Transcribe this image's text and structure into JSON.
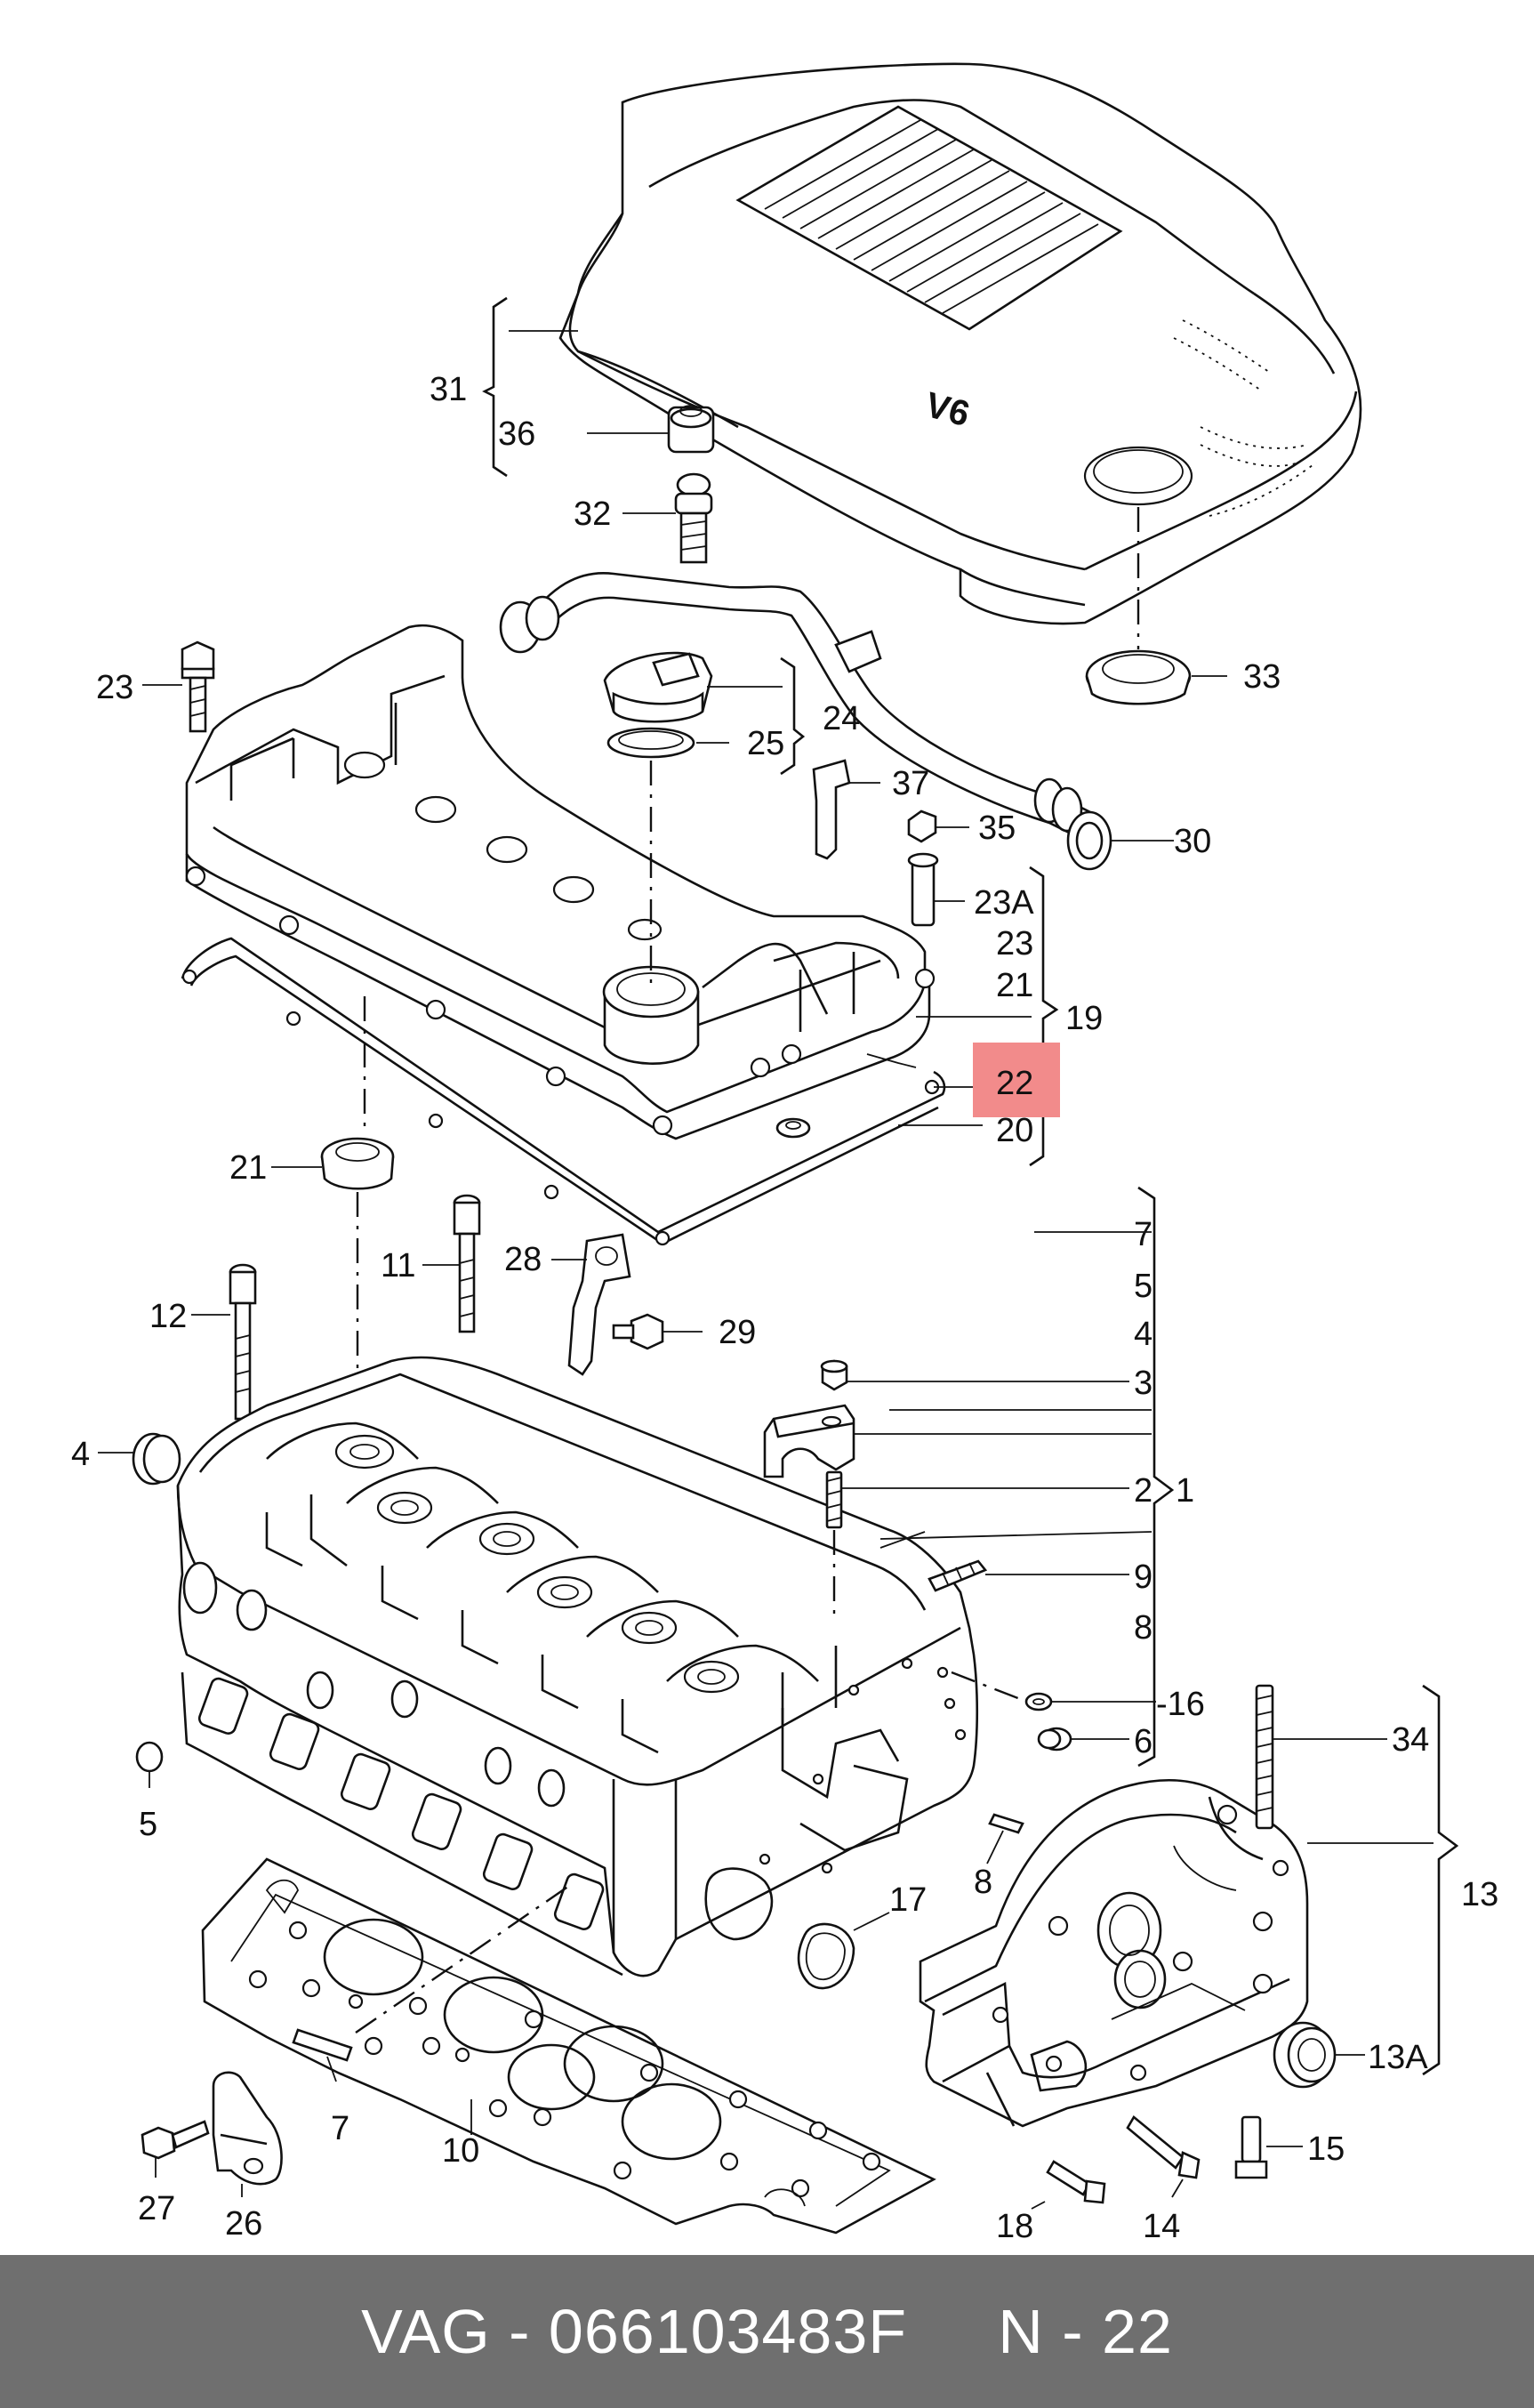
{
  "diagram": {
    "cover_badge": "V6",
    "labels": [
      {
        "id": "1",
        "text": "1"
      },
      {
        "id": "2",
        "text": "2"
      },
      {
        "id": "3",
        "text": "3"
      },
      {
        "id": "4a",
        "text": "4"
      },
      {
        "id": "4b",
        "text": "4"
      },
      {
        "id": "5a",
        "text": "5"
      },
      {
        "id": "5b",
        "text": "5"
      },
      {
        "id": "6",
        "text": "6"
      },
      {
        "id": "7a",
        "text": "7"
      },
      {
        "id": "7b",
        "text": "7"
      },
      {
        "id": "8a",
        "text": "8"
      },
      {
        "id": "8b",
        "text": "8"
      },
      {
        "id": "9",
        "text": "9"
      },
      {
        "id": "10",
        "text": "10"
      },
      {
        "id": "11",
        "text": "11"
      },
      {
        "id": "12",
        "text": "12"
      },
      {
        "id": "13",
        "text": "13"
      },
      {
        "id": "13A",
        "text": "13A"
      },
      {
        "id": "14",
        "text": "14"
      },
      {
        "id": "15",
        "text": "15"
      },
      {
        "id": "16",
        "text": "-16"
      },
      {
        "id": "17",
        "text": "17"
      },
      {
        "id": "18",
        "text": "18"
      },
      {
        "id": "19",
        "text": "19"
      },
      {
        "id": "20",
        "text": "20"
      },
      {
        "id": "21a",
        "text": "21"
      },
      {
        "id": "21b",
        "text": "21"
      },
      {
        "id": "22",
        "text": "22"
      },
      {
        "id": "23a",
        "text": "23"
      },
      {
        "id": "23b",
        "text": "23"
      },
      {
        "id": "23A",
        "text": "23A"
      },
      {
        "id": "24",
        "text": "24"
      },
      {
        "id": "25",
        "text": "25"
      },
      {
        "id": "26",
        "text": "26"
      },
      {
        "id": "27",
        "text": "27"
      },
      {
        "id": "28",
        "text": "28"
      },
      {
        "id": "29",
        "text": "29"
      },
      {
        "id": "30",
        "text": "30"
      },
      {
        "id": "31",
        "text": "31"
      },
      {
        "id": "32",
        "text": "32"
      },
      {
        "id": "33",
        "text": "33"
      },
      {
        "id": "34",
        "text": "34"
      },
      {
        "id": "35",
        "text": "35"
      },
      {
        "id": "36",
        "text": "36"
      },
      {
        "id": "37",
        "text": "37"
      }
    ],
    "highlight": {
      "label": "22",
      "color": "#f28b8b"
    }
  },
  "footer": {
    "text": "VAG - 066103483F     N - 22",
    "background": "#6f6f6f"
  }
}
